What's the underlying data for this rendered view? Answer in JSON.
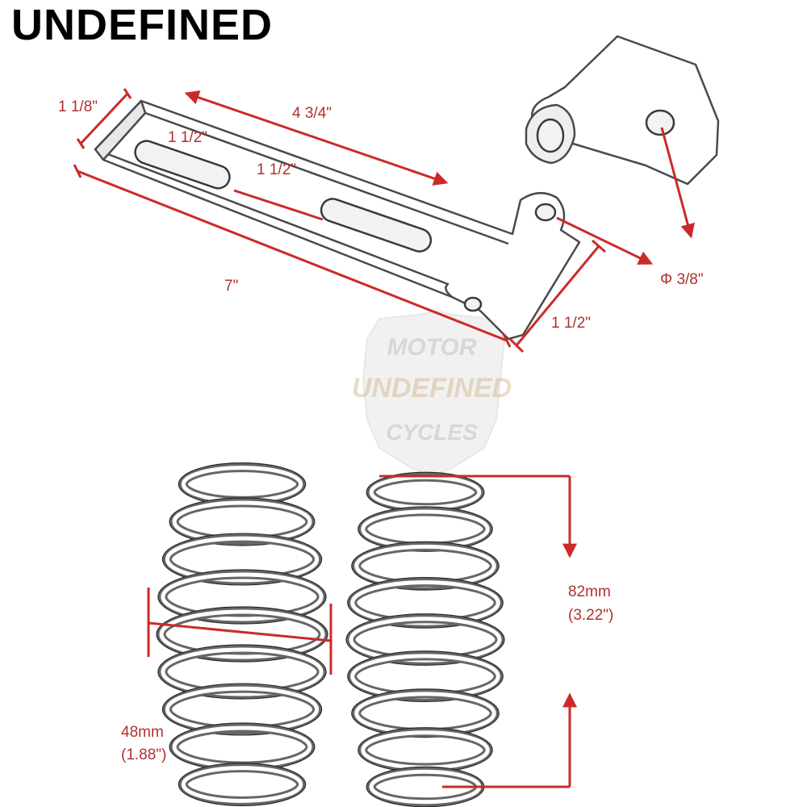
{
  "brand": "UNDEFINED",
  "watermark": {
    "line1": "MOTOR",
    "line2": "UNDEFINED",
    "line3": "CYCLES"
  },
  "bracket_dims": {
    "width": "1 1/8\"",
    "slot_span": "4 3/4\"",
    "slot_length": "1 1/2\"",
    "slot_gap": "1 1/2\"",
    "total_length": "7\"",
    "tab_height": "1 1/2\"",
    "hole_diameter": "Φ 3/8\""
  },
  "spring_dims": {
    "diameter_mm": "48mm",
    "diameter_in": "(1.88\")",
    "height_mm": "82mm",
    "height_in": "(3.22\")"
  },
  "colors": {
    "dimension": "#cc2a2a",
    "text": "#000000",
    "watermark": "#a8a8a8"
  }
}
